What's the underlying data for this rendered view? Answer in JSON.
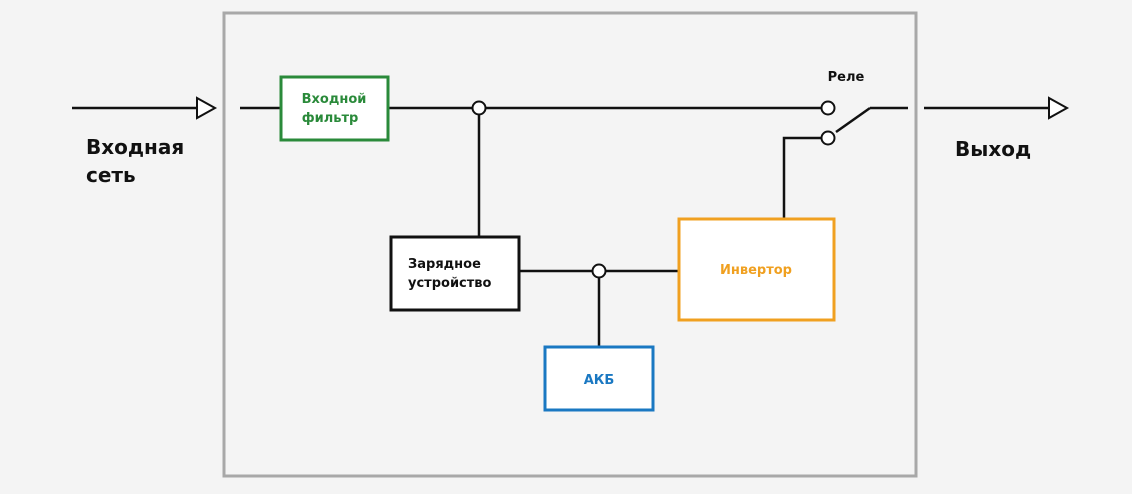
{
  "colors": {
    "background": "#f4f4f4",
    "frame": "#a8a8a8",
    "line": "#111111",
    "filter": "#2a8a3a",
    "charger": "#111111",
    "battery": "#1a78c2",
    "inverter": "#f0a020"
  },
  "diagram": {
    "input_label_line1": "Входная",
    "input_label_line2": "сеть",
    "output_label": "Выход",
    "relay_label": "Реле",
    "filter": {
      "line1": "Входной",
      "line2": "фильтр"
    },
    "charger": {
      "line1": "Зарядное",
      "line2": "устройство"
    },
    "battery": {
      "label": "АКБ"
    },
    "inverter": {
      "label": "Инвертор"
    }
  }
}
